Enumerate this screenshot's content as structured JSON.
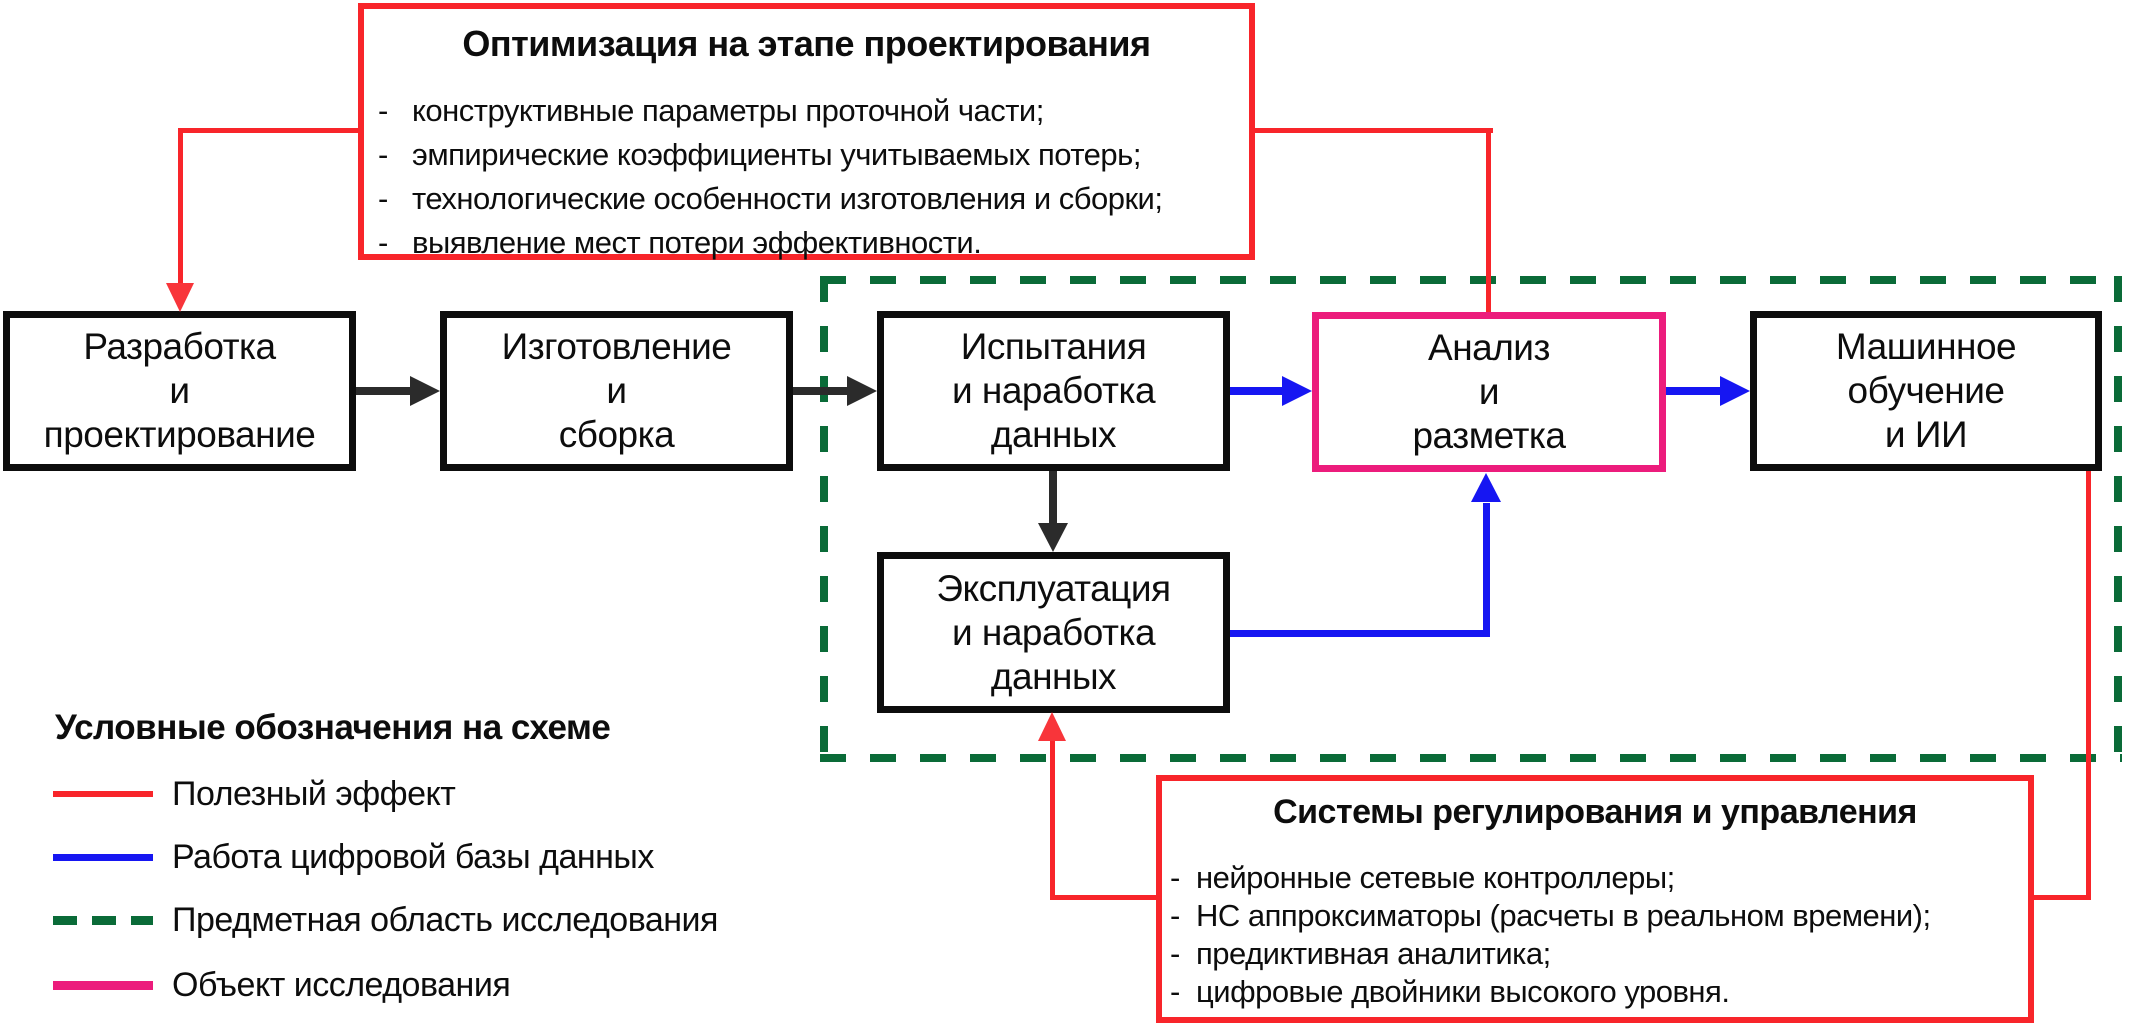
{
  "top_note": {
    "title": "Оптимизация на этапе проектирования",
    "bullet_char": "-",
    "items": [
      "конструктивные параметры проточной части;",
      "эмпирические коэффициенты учитываемых потерь;",
      "технологические особенности изготовления и сборки;",
      "выявление мест потери эффективности."
    ]
  },
  "bottom_note": {
    "title": "Системы регулирования и управления",
    "bullet_char": "-",
    "items": [
      "нейронные сетевые контроллеры;",
      "НС аппроксиматоры (расчеты в реальном времени);",
      "предиктивная аналитика;",
      "цифровые двойники высокого уровня."
    ]
  },
  "boxes": {
    "develop": {
      "lines": [
        "Разработка",
        "и",
        "проектирование"
      ]
    },
    "manufacture": {
      "lines": [
        "Изготовление",
        "и",
        "сборка"
      ]
    },
    "testing": {
      "lines": [
        "Испытания",
        "и наработка",
        "данных"
      ]
    },
    "analysis": {
      "lines": [
        "Анализ",
        "и",
        "разметка"
      ]
    },
    "ml": {
      "lines": [
        "Машинное",
        "обучение",
        "и ИИ"
      ]
    },
    "operation": {
      "lines": [
        "Эксплуатация",
        "и наработка",
        "данных"
      ]
    }
  },
  "legend": {
    "title": "Условные обозначения на схеме",
    "items": [
      {
        "label": "Полезный эффект",
        "swatch": "red-solid"
      },
      {
        "label": "Работа цифровой базы данных",
        "swatch": "blue-solid"
      },
      {
        "label": "Предметная область исследования",
        "swatch": "green-dashed"
      },
      {
        "label": "Объект исследования",
        "swatch": "pink-solid"
      }
    ]
  },
  "colors": {
    "useful_effect_red": "#f8252a",
    "database_blue": "#1616f2",
    "research_area_green": "#0a6b38",
    "research_object_pink": "#ec1c7c",
    "process_border_black": "#0d0d0d"
  }
}
